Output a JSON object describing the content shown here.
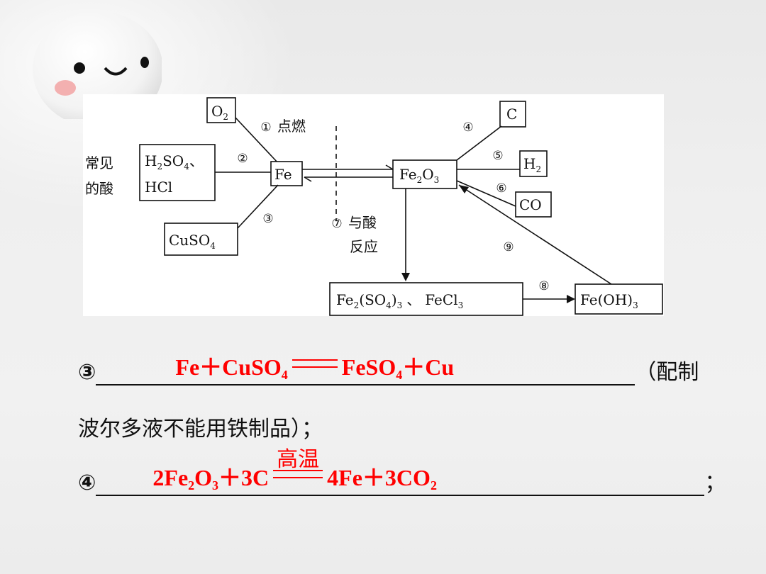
{
  "diagram": {
    "o2": "O",
    "o2_sub": "2",
    "ignite_num": "①",
    "ignite_label": "点燃",
    "acids_label_1": "常见",
    "acids_label_2": "的酸",
    "acids_1": "H",
    "acids_1_sub": "2",
    "acids_1_rest": "SO",
    "acids_1_sub2": "4",
    "acids_1_end": "、",
    "acids_2": "HCl",
    "n2": "②",
    "n3": "③",
    "n4": "④",
    "n5": "⑤",
    "n6": "⑥",
    "n7": "⑦",
    "n8": "⑧",
    "n9": "⑨",
    "fe": "Fe",
    "cuso4": "CuSO",
    "cuso4_sub": "4",
    "fe2o3_a": "Fe",
    "fe2o3_sub1": "2",
    "fe2o3_b": "O",
    "fe2o3_sub2": "3",
    "c": "C",
    "h2": "H",
    "h2_sub": "2",
    "co": "CO",
    "acid_react_1": "与酸",
    "acid_react_2": "反应",
    "salts_a": "Fe",
    "salts_sub1": "2",
    "salts_b": "(SO",
    "salts_sub2": "4",
    "salts_c": ")",
    "salts_sub3": "3",
    "salts_sep": "、",
    "salts_d": "FeCl",
    "salts_sub4": "3",
    "feoh3": "Fe(OH)",
    "feoh3_sub": "3"
  },
  "q3": {
    "num": "③",
    "eq_left": "Fe＋CuSO",
    "eq_left_sub": "4",
    "eq_right": "FeSO",
    "eq_right_sub": "4",
    "eq_right_end": "＋Cu",
    "tail": "（配制",
    "line2": "波尔多液不能用铁制品）；"
  },
  "q4": {
    "num": "④",
    "condition": "高温",
    "eq_a": "2Fe",
    "eq_sub1": "2",
    "eq_b": "O",
    "eq_sub2": "3",
    "eq_c": "＋3C",
    "eq_d": "4Fe＋3CO",
    "eq_sub3": "2",
    "tail": "；"
  },
  "colors": {
    "answer": "#ff0000",
    "text": "#111111",
    "mascot_cheek": "#f2a3a3"
  }
}
